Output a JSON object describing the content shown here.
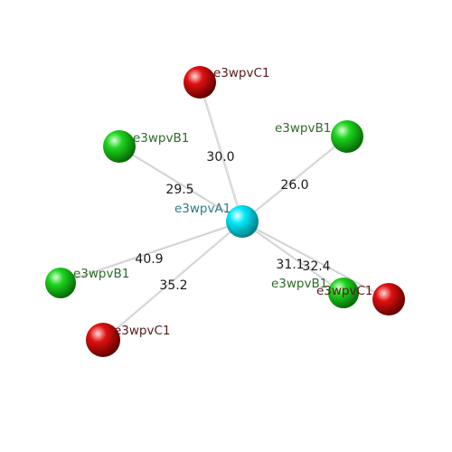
{
  "colors": {
    "center": "#00e0f0",
    "green": "#1ec81e",
    "red": "#e01010",
    "center_label": "#2e7b86",
    "green_label": "#2f6b2a",
    "red_label": "#5a1a1a"
  },
  "atoms": [
    {
      "id": "a0",
      "label": "e3wpvA1",
      "kind": "center"
    },
    {
      "id": "a1",
      "label": "e3wpvC1",
      "kind": "red"
    },
    {
      "id": "a2",
      "label": "e3wpvB1",
      "kind": "green"
    },
    {
      "id": "a3",
      "label": "e3wpvB1",
      "kind": "green"
    },
    {
      "id": "a4",
      "label": "e3wpvB1",
      "kind": "green"
    },
    {
      "id": "a5",
      "label": "e3wpvC1",
      "kind": "red"
    },
    {
      "id": "a6",
      "label": "e3wpvB1",
      "kind": "green"
    },
    {
      "id": "a7",
      "label": "e3wpvC1",
      "kind": "red"
    }
  ],
  "bonds": [
    {
      "to": "a1",
      "distance": "30.0"
    },
    {
      "to": "a2",
      "distance": "29.5"
    },
    {
      "to": "a3",
      "distance": "26.0"
    },
    {
      "to": "a4",
      "distance": "40.9"
    },
    {
      "to": "a5",
      "distance": "35.2"
    },
    {
      "to": "a6",
      "distance": "31.1"
    },
    {
      "to": "a7",
      "distance": "32.4"
    }
  ]
}
